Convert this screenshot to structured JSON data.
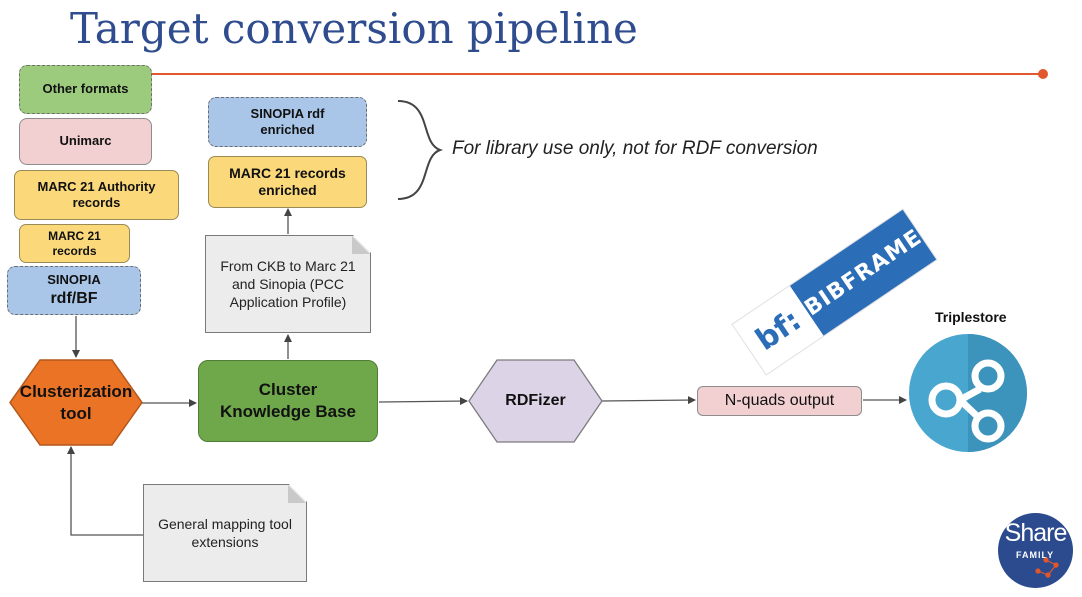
{
  "title": "Target conversion pipeline",
  "left_stack": {
    "other_formats": "Other formats",
    "unimarc": "Unimarc",
    "marc_authority": "MARC 21 Authority records",
    "marc_records": "MARC 21 records",
    "sinopia_line1": "SINOPIA",
    "sinopia_line2": "rdf/BF"
  },
  "middle_stack": {
    "sinopia_enriched": "SINOPIA rdf enriched",
    "marc_enriched": "MARC 21 records enriched",
    "ckb_note": "From CKB to Marc 21 and Sinopia (PCC Application Profile)"
  },
  "library_note": "For library use only, not for RDF conversion",
  "pipeline": {
    "clusterization_tool": "Clusterization tool",
    "cluster_kb": "Cluster Knowledge Base",
    "rdfizer": "RDFizer",
    "nquads": "N-quads output",
    "triplestore": "Triplestore"
  },
  "mapping_note": "General mapping tool extensions",
  "bibframe_logo": {
    "mark": "bf:",
    "word": "BIBFRAME"
  },
  "share_logo": {
    "word": "Share",
    "sub": "FAMILY"
  },
  "colors": {
    "title": "#2f4c8f",
    "rule": "#e2572b",
    "green": "#9ccb7e",
    "pink": "#f2cfd0",
    "yellow": "#fbd97b",
    "blue": "#a9c6e8",
    "orange_hex": "#ea7326",
    "ckb_green": "#6fa84b",
    "rdfizer_hex": "#dcd3e6",
    "triplestore": "#49a6cf",
    "bibframe": "#2b6db7",
    "share": "#2c4a8e"
  },
  "icons": {
    "triplestore": "graph-nodes-icon",
    "bibframe": "bibframe-logo",
    "share": "share-family-logo"
  }
}
